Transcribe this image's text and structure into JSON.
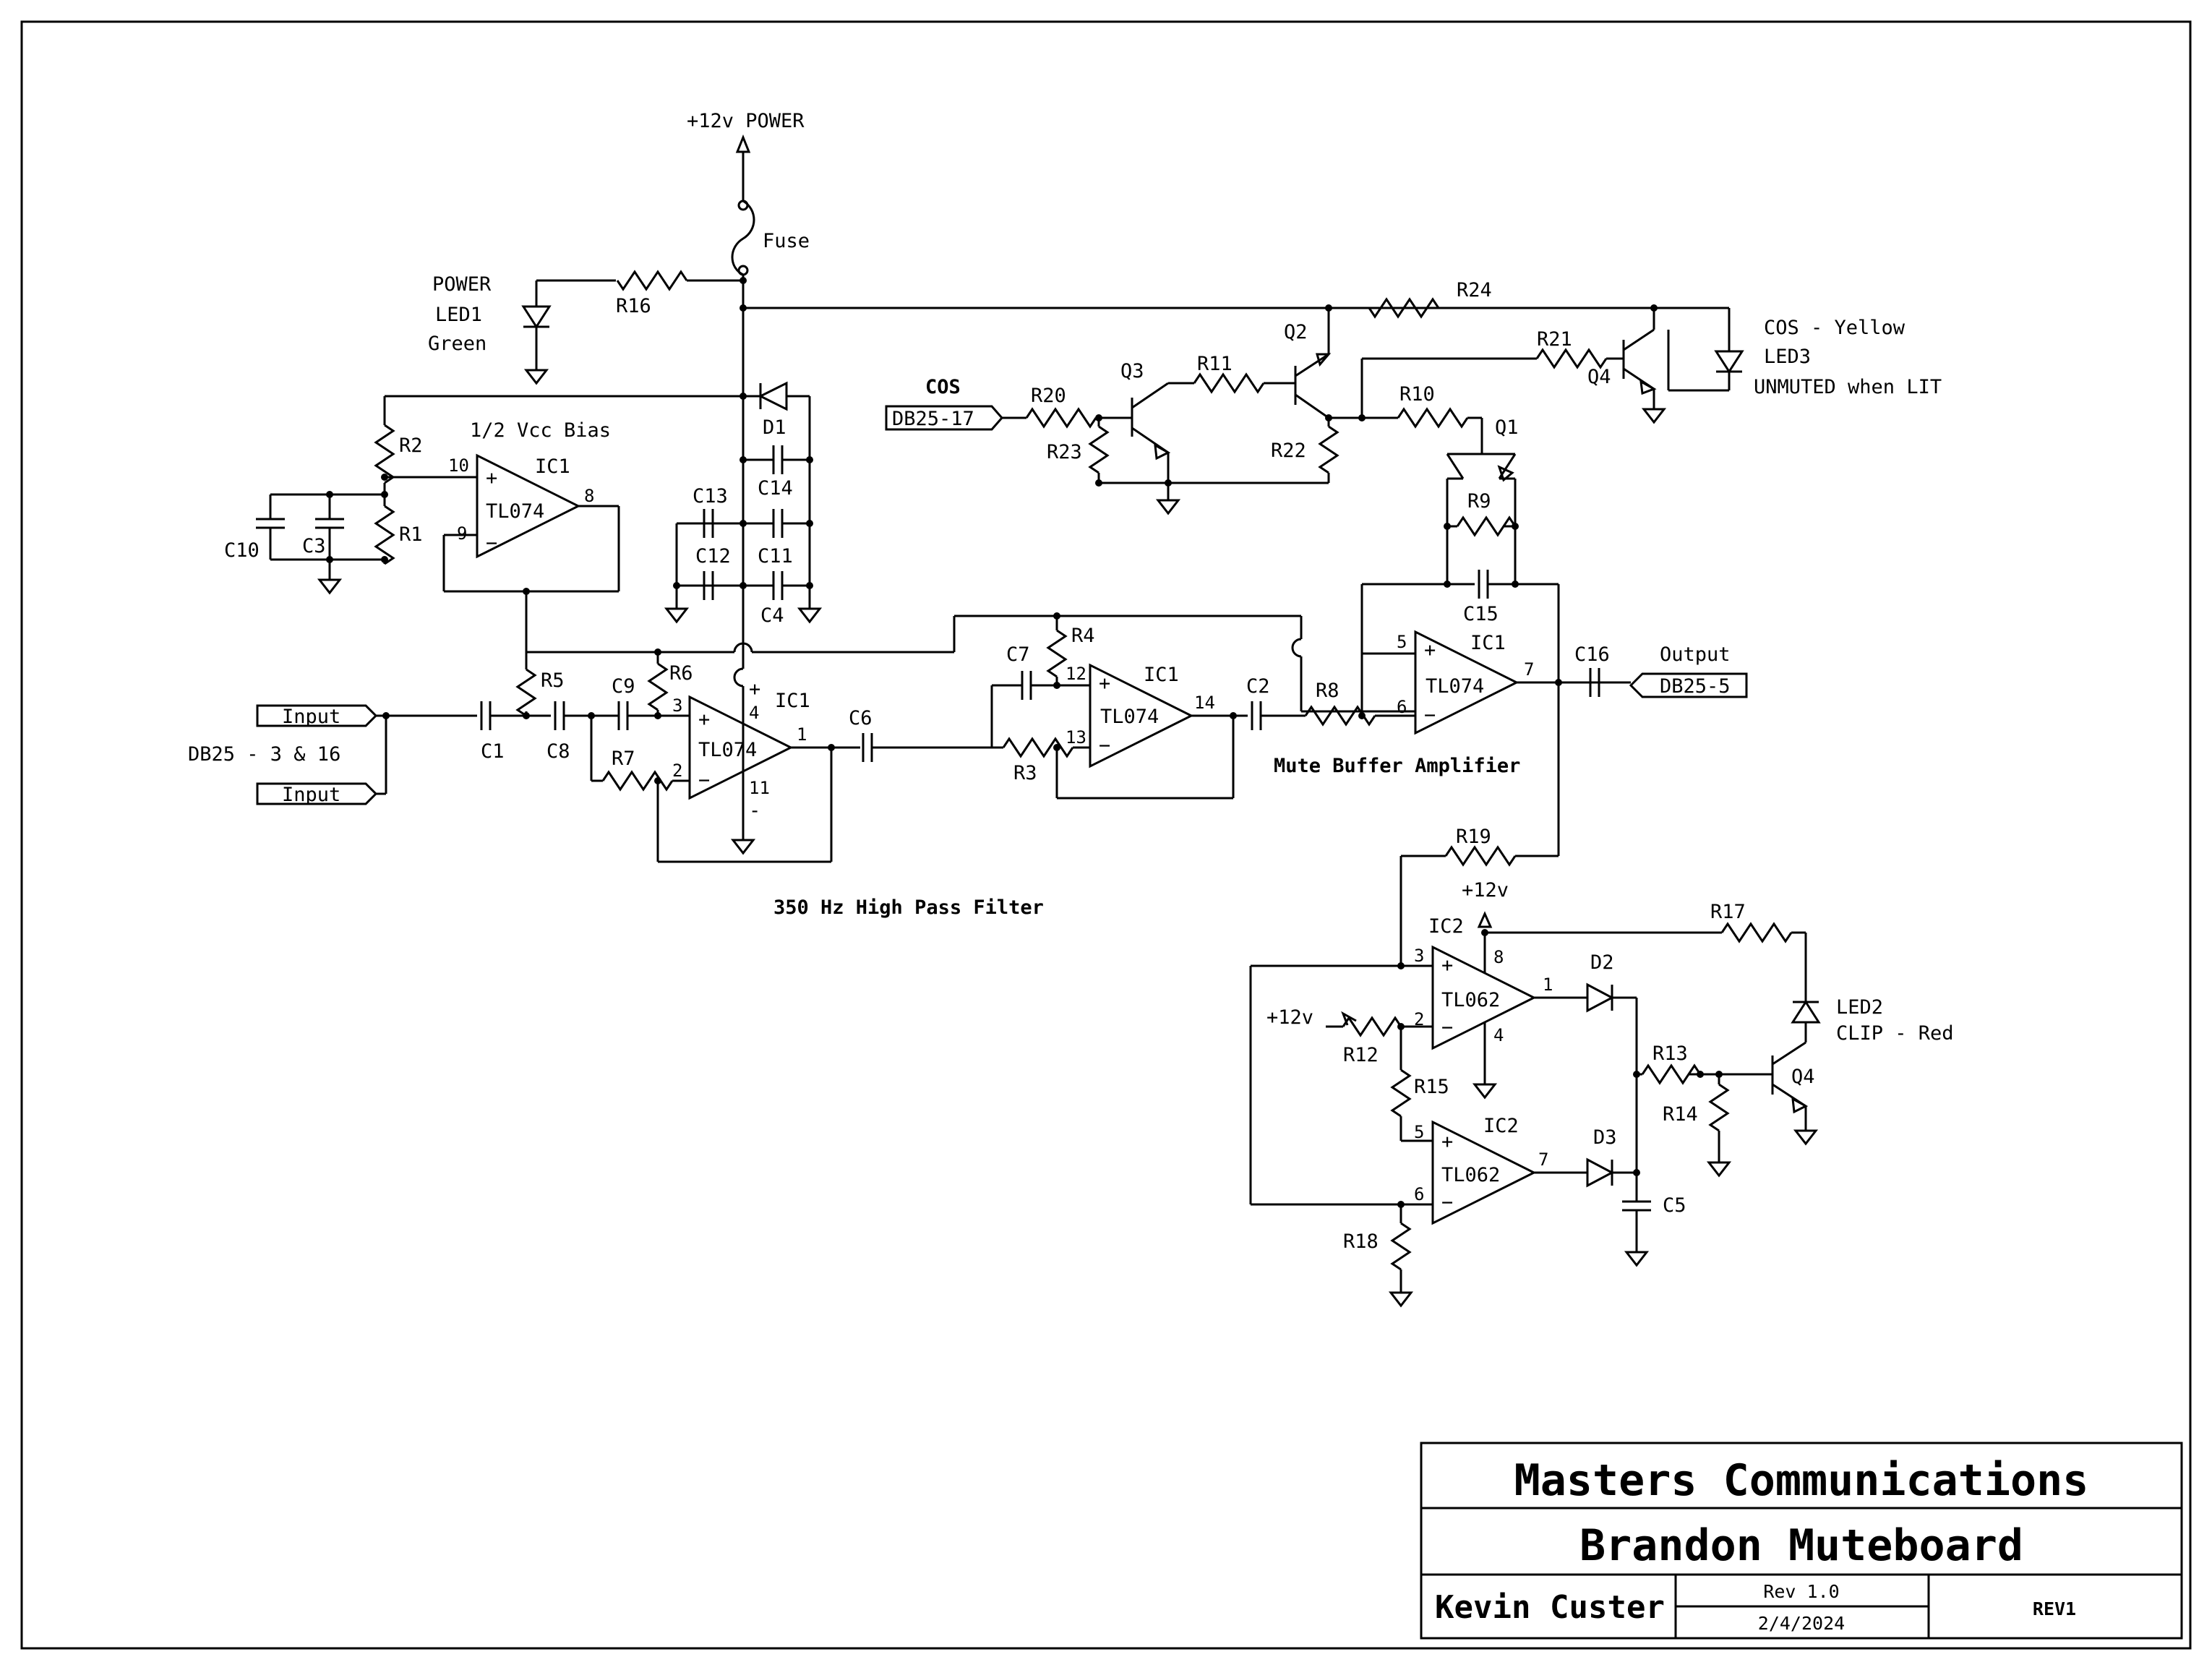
{
  "title_block": {
    "company": "Masters Communications",
    "project": "Brandon Muteboard",
    "author": "Kevin Custer",
    "rev": "Rev 1.0",
    "date": "2/4/2024",
    "revision_code": "REV1"
  },
  "power": {
    "supply_label": "+12v POWER",
    "fuse_label": "Fuse",
    "power_caption": "POWER",
    "led1": "LED1",
    "led1_color": "Green",
    "r16": "R16",
    "r24": "R24",
    "d1": "D1"
  },
  "bias": {
    "title": "1/2 Vcc Bias",
    "ic": "IC1",
    "part": "TL074",
    "pin_plus": "10",
    "pin_minus": "9",
    "pin_out": "8",
    "r2": "R2",
    "r1": "R1",
    "c10": "C10",
    "c3": "C3"
  },
  "decoupling": {
    "c13": "C13",
    "c14": "C14",
    "c12": "C12",
    "c11": "C11",
    "c4": "C4"
  },
  "input_stage": {
    "connector_a": "Input",
    "connector_b": "Input",
    "connector_desc": "DB25 - 3 & 16",
    "c1": "C1",
    "c8": "C8",
    "c9": "C9",
    "r5": "R5",
    "r6": "R6",
    "r7": "R7",
    "ic": "IC1",
    "part": "TL074",
    "pin_plus": "3",
    "pin_minus": "2",
    "pin_out": "1",
    "pin_vplus": "4",
    "pin_vminus": "11",
    "plus_sign": "+",
    "minus_sign": "-",
    "c6": "C6",
    "filter_caption": "350 Hz High Pass Filter"
  },
  "second_stage": {
    "c7": "C7",
    "r4": "R4",
    "r3": "R3",
    "ic": "IC1",
    "part": "TL074",
    "pin_plus": "12",
    "pin_minus": "13",
    "pin_out": "14",
    "c2": "C2",
    "r8": "R8"
  },
  "mute_buffer": {
    "ic": "IC1",
    "part": "TL074",
    "pin_plus": "5",
    "pin_minus": "6",
    "pin_out": "7",
    "q1": "Q1",
    "r9": "R9",
    "c15": "C15",
    "c16": "C16",
    "output_label": "Output",
    "output_conn": "DB25-5",
    "caption": "Mute Buffer Amplifier"
  },
  "cos": {
    "label": "COS",
    "connector": "DB25-17",
    "r20": "R20",
    "r23": "R23",
    "q3": "Q3",
    "r11": "R11",
    "q2": "Q2",
    "r22": "R22",
    "r10": "R10",
    "r21": "R21",
    "q4": "Q4",
    "led3_caption": "COS - Yellow",
    "led3": "LED3",
    "led3_note": "UNMUTED when LIT"
  },
  "clip": {
    "r19": "R19",
    "vcc": "+12v",
    "vcc2": "+12v",
    "ic2a": "IC2",
    "ic2b": "IC2",
    "part": "TL062",
    "pa_plus": "3",
    "pa_minus": "2",
    "pa_vp": "8",
    "pa_vm": "4",
    "pa_out": "1",
    "pb_plus": "5",
    "pb_minus": "6",
    "pb_out": "7",
    "r12": "R12",
    "r15": "R15",
    "r18": "R18",
    "d2": "D2",
    "d3": "D3",
    "c5": "C5",
    "r13": "R13",
    "r14": "R14",
    "r17": "R17",
    "q4": "Q4",
    "led2": "LED2",
    "led2_caption": "CLIP - Red"
  }
}
